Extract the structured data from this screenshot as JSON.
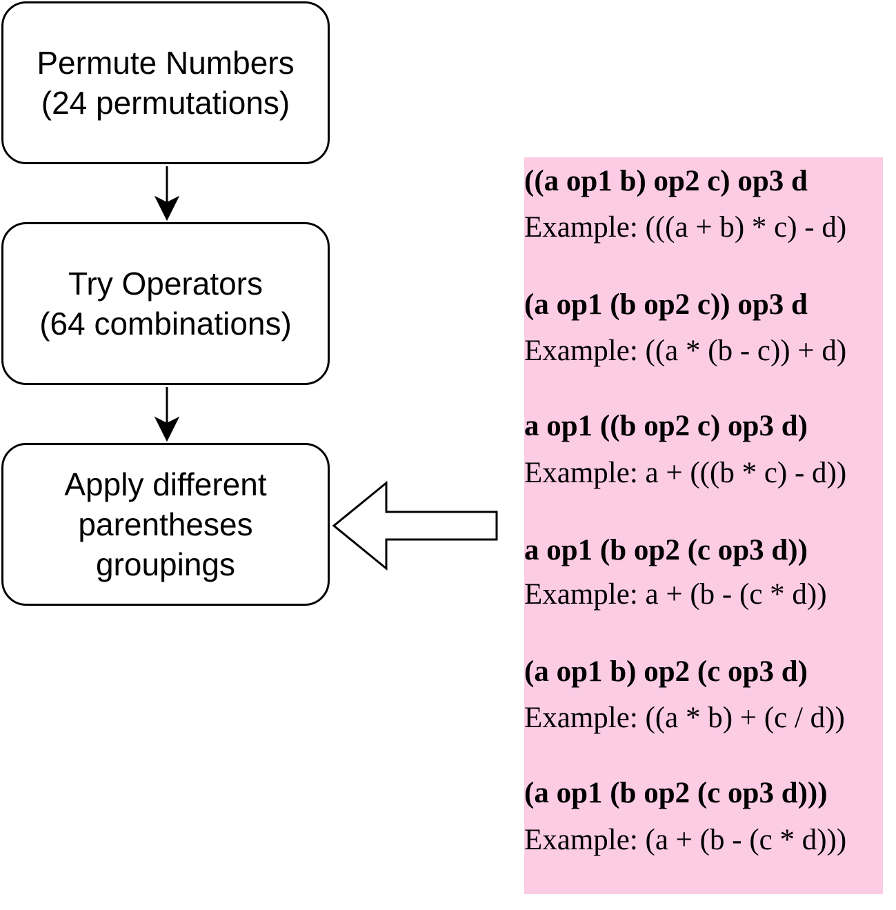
{
  "flowchart": {
    "steps": [
      {
        "line1": "Permute Numbers",
        "line2": "(24 permutations)"
      },
      {
        "line1": "Try Operators",
        "line2": "(64 combinations)"
      },
      {
        "line1": "Apply different",
        "line2": "parentheses",
        "line3": "groupings"
      }
    ]
  },
  "groupings_panel": {
    "background_color": "#fccbe4",
    "items": [
      {
        "pattern": "((a op1 b) op2 c) op3 d",
        "example": "Example: (((a + b) * c) - d)"
      },
      {
        "pattern": "(a op1 (b op2 c)) op3 d",
        "example": "Example: ((a * (b - c)) + d)"
      },
      {
        "pattern": "a op1 ((b op2 c) op3 d)",
        "example": "Example: a + (((b * c) - d))"
      },
      {
        "pattern": "a op1 (b op2 (c op3 d))",
        "example": "Example: a + (b - (c * d))"
      },
      {
        "pattern": "(a op1 b) op2 (c op3 d)",
        "example": "Example: ((a * b) + (c / d))"
      },
      {
        "pattern": "(a op1 (b op2 (c op3 d)))",
        "example": "Example: (a + (b - (c * d)))"
      }
    ]
  }
}
